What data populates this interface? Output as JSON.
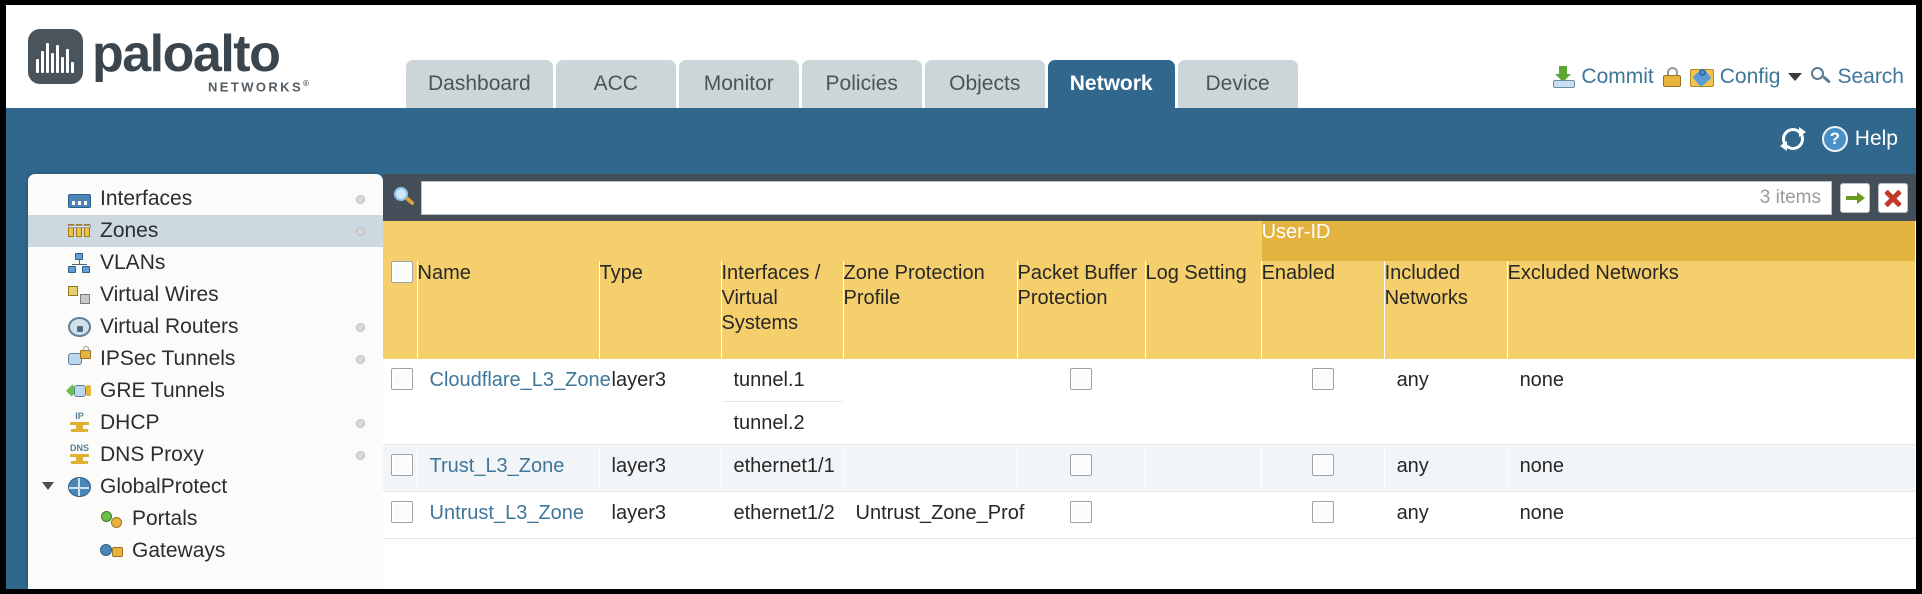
{
  "brand": {
    "name": "paloalto",
    "tagline": "NETWORKS",
    "registered": "®"
  },
  "nav": {
    "tabs": [
      {
        "label": "Dashboard",
        "active": false
      },
      {
        "label": "ACC",
        "active": false
      },
      {
        "label": "Monitor",
        "active": false
      },
      {
        "label": "Policies",
        "active": false
      },
      {
        "label": "Objects",
        "active": false
      },
      {
        "label": "Network",
        "active": true
      },
      {
        "label": "Device",
        "active": false
      }
    ],
    "actions": {
      "commit": "Commit",
      "config": "Config",
      "search": "Search"
    }
  },
  "toolbar": {
    "refresh_title": "Refresh",
    "help": "Help",
    "help_glyph": "?"
  },
  "sidebar": {
    "items": [
      {
        "label": "Interfaces",
        "icon": "interfaces-icon",
        "selected": false,
        "dot": true,
        "indent": false,
        "expander": false
      },
      {
        "label": "Zones",
        "icon": "zones-icon",
        "selected": true,
        "dot": true,
        "indent": false,
        "expander": false
      },
      {
        "label": "VLANs",
        "icon": "vlans-icon",
        "selected": false,
        "dot": false,
        "indent": false,
        "expander": false
      },
      {
        "label": "Virtual Wires",
        "icon": "virtual-wires-icon",
        "selected": false,
        "dot": false,
        "indent": false,
        "expander": false
      },
      {
        "label": "Virtual Routers",
        "icon": "virtual-routers-icon",
        "selected": false,
        "dot": true,
        "indent": false,
        "expander": false
      },
      {
        "label": "IPSec Tunnels",
        "icon": "ipsec-tunnels-icon",
        "selected": false,
        "dot": true,
        "indent": false,
        "expander": false
      },
      {
        "label": "GRE Tunnels",
        "icon": "gre-tunnels-icon",
        "selected": false,
        "dot": false,
        "indent": false,
        "expander": false
      },
      {
        "label": "DHCP",
        "icon": "dhcp-icon",
        "selected": false,
        "dot": true,
        "indent": false,
        "expander": false
      },
      {
        "label": "DNS Proxy",
        "icon": "dns-proxy-icon",
        "selected": false,
        "dot": true,
        "indent": false,
        "expander": false
      },
      {
        "label": "GlobalProtect",
        "icon": "globalprotect-icon",
        "selected": false,
        "dot": false,
        "indent": false,
        "expander": true
      },
      {
        "label": "Portals",
        "icon": "portals-icon",
        "selected": false,
        "dot": false,
        "indent": true,
        "expander": false
      },
      {
        "label": "Gateways",
        "icon": "gateways-icon",
        "selected": false,
        "dot": false,
        "indent": true,
        "expander": false
      }
    ]
  },
  "filter": {
    "value": "",
    "placeholder": "",
    "item_count": "3 items",
    "apply_title": "Apply Filter",
    "clear_title": "Clear Filter"
  },
  "table": {
    "group_header": {
      "label": "User-ID",
      "span": 3
    },
    "columns": [
      {
        "key": "select",
        "label": ""
      },
      {
        "key": "name",
        "label": "Name"
      },
      {
        "key": "type",
        "label": "Type"
      },
      {
        "key": "interfaces",
        "label": "Interfaces / Virtual Systems"
      },
      {
        "key": "zone_protection",
        "label": "Zone Protection Profile"
      },
      {
        "key": "packet_buffer",
        "label": "Packet Buffer Protection"
      },
      {
        "key": "log_setting",
        "label": "Log Setting"
      },
      {
        "key": "enabled",
        "label": "Enabled"
      },
      {
        "key": "included",
        "label": "Included Networks"
      },
      {
        "key": "excluded",
        "label": "Excluded Networks"
      }
    ],
    "rows": [
      {
        "selected": false,
        "name": "Cloudflare_L3_Zone",
        "type": "layer3",
        "interfaces": [
          "tunnel.1",
          "tunnel.2"
        ],
        "zone_protection": "",
        "packet_buffer_checked": false,
        "log_setting": "",
        "enabled_checked": false,
        "included": "any",
        "excluded": "none"
      },
      {
        "selected": false,
        "name": "Trust_L3_Zone",
        "type": "layer3",
        "interfaces": [
          "ethernet1/1"
        ],
        "zone_protection": "",
        "packet_buffer_checked": false,
        "log_setting": "",
        "enabled_checked": false,
        "included": "any",
        "excluded": "none"
      },
      {
        "selected": false,
        "name": "Untrust_L3_Zone",
        "type": "layer3",
        "interfaces": [
          "ethernet1/2"
        ],
        "zone_protection": "Untrust_Zone_Prof",
        "packet_buffer_checked": false,
        "log_setting": "",
        "enabled_checked": false,
        "included": "any",
        "excluded": "none"
      }
    ]
  },
  "colors": {
    "header_blue": "#31678d",
    "tab_inactive": "#ccd6d9",
    "grid_header": "#f5cf6b",
    "group_header": "#e3b33f",
    "link": "#3e7799",
    "filter_bar": "#444f5a"
  }
}
